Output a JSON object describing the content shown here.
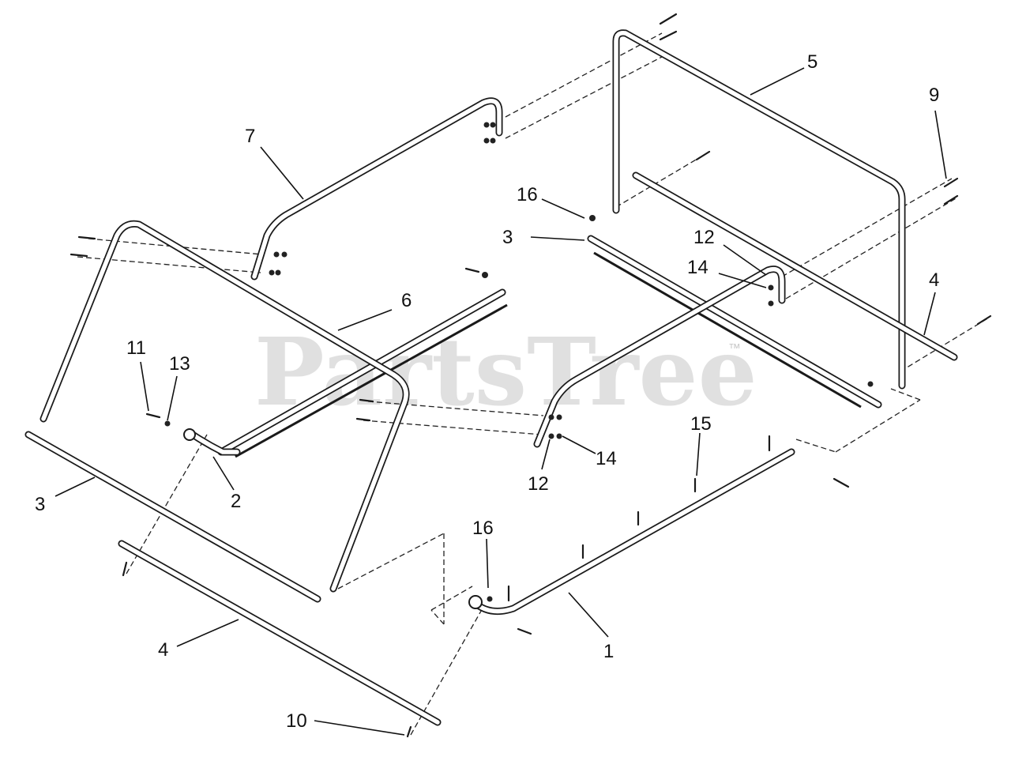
{
  "diagram": {
    "watermark": "PartsTree",
    "watermark_mark": "™",
    "callouts": [
      "1",
      "2",
      "3",
      "3",
      "4",
      "4",
      "5",
      "6",
      "7",
      "9",
      "10",
      "11",
      "12",
      "12",
      "13",
      "14",
      "14",
      "15",
      "16",
      "16"
    ]
  }
}
